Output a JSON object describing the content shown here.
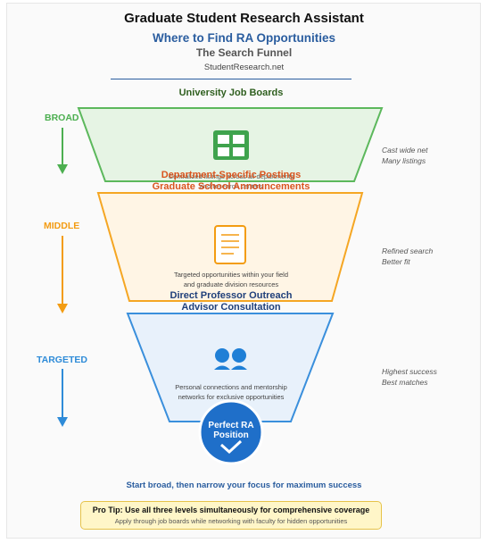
{
  "header": {
    "title": "Graduate Student Research Assistant",
    "subtitle": "Where to Find RA Opportunities",
    "subtitle2": "The Search Funnel",
    "site": "StudentResearch.net"
  },
  "levels": [
    {
      "label": "BROAD",
      "color": "#4caf50",
      "notes": [
        "Cast wide net",
        "Many listings"
      ],
      "icon": "grid-icon",
      "tier_title_above": "University Job Boards",
      "tier_title_lines": [
        "Department-Specific Postings",
        "Graduate School Announcements"
      ],
      "overlap_lines": [
        "Centralized listings across all departments",
        "and research centers"
      ],
      "fill": "#e6f4e4",
      "stroke": "#5cb85c",
      "title_color": "#d9541e"
    },
    {
      "label": "MIDDLE",
      "color": "#f39c12",
      "notes": [
        "Refined search",
        "Better fit"
      ],
      "icon": "document-icon",
      "desc_lines": [
        "Targeted opportunities within your field",
        "and graduate division resources"
      ],
      "tier_title_lines": [
        "Direct Professor Outreach",
        "Advisor Consultation"
      ],
      "fill": "#fff5e5",
      "stroke": "#f5a623",
      "title_color": "#1f3f7a"
    },
    {
      "label": "TARGETED",
      "color": "#2e8bd8",
      "notes": [
        "Highest success",
        "Best matches"
      ],
      "icon": "people-icon",
      "desc_lines": [
        "Personal connections and mentorship",
        "networks for exclusive opportunities"
      ],
      "fill": "#e8f1fb",
      "stroke": "#3a8fdc"
    }
  ],
  "result": {
    "line1": "Perfect RA",
    "line2": "Position",
    "color": "#1f6fc9"
  },
  "closing": "Start broad, then narrow your focus for maximum success",
  "tip": {
    "title": "Pro Tip: Use all three levels simultaneously for comprehensive coverage",
    "body": "Apply through job boards while networking with faculty for hidden opportunities"
  }
}
